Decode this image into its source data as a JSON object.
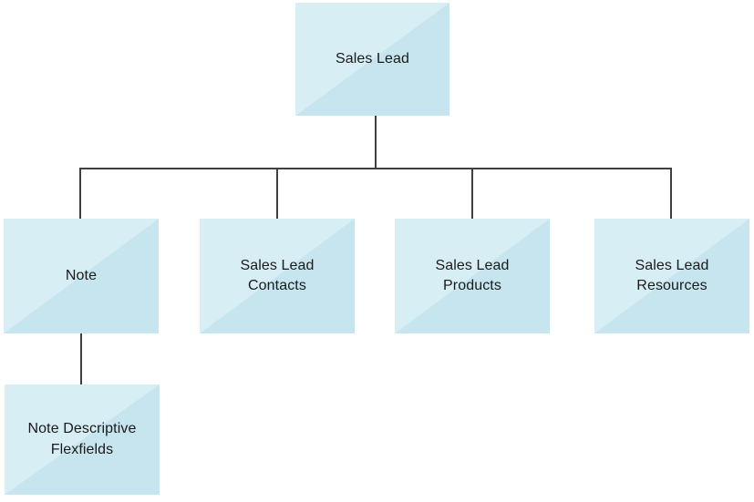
{
  "diagram": {
    "type": "hierarchy",
    "colors": {
      "background": "#ffffff",
      "node_fill_light": "#d8eef5",
      "node_fill_dark": "#c7e5ef",
      "connector": "#3f3f3f",
      "text": "#1a1a1a"
    },
    "nodes": {
      "sales_lead": {
        "label": "Sales Lead"
      },
      "note": {
        "label": "Note"
      },
      "sales_lead_contacts": {
        "label": "Sales Lead Contacts"
      },
      "sales_lead_products": {
        "label": "Sales Lead Products"
      },
      "sales_lead_resources": {
        "label": "Sales Lead Resources"
      },
      "note_descriptive_flexfields": {
        "label": "Note Descriptive Flexfields"
      }
    },
    "edges": [
      {
        "from": "Sales Lead",
        "to": "Note"
      },
      {
        "from": "Sales Lead",
        "to": "Sales Lead Contacts"
      },
      {
        "from": "Sales Lead",
        "to": "Sales Lead Products"
      },
      {
        "from": "Sales Lead",
        "to": "Sales Lead Resources"
      },
      {
        "from": "Note",
        "to": "Note Descriptive Flexfields"
      }
    ]
  }
}
